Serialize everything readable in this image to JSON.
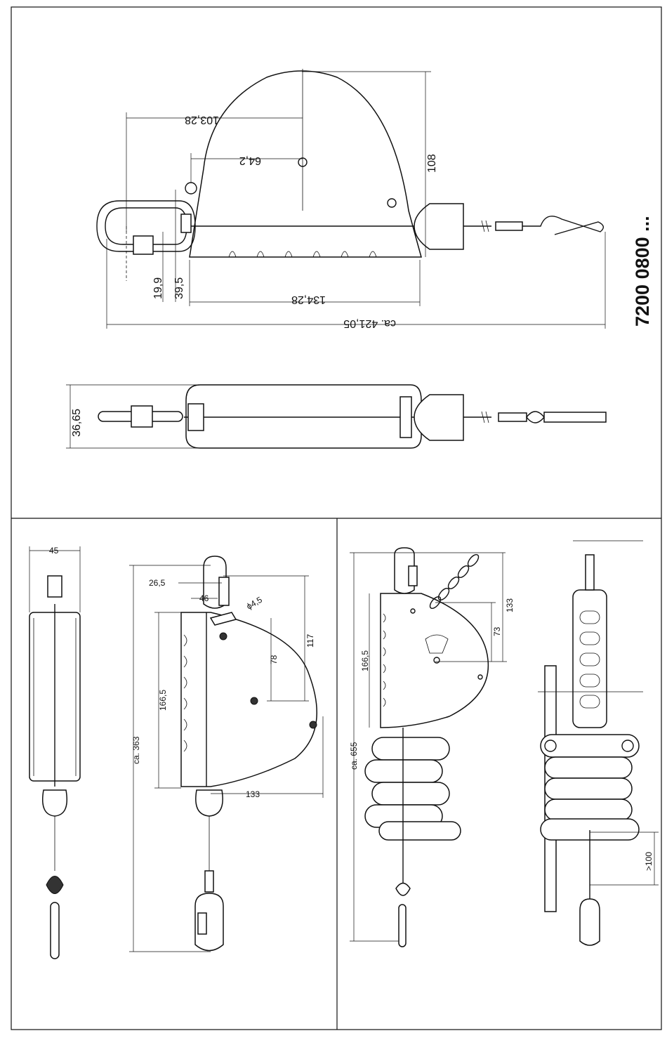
{
  "part_number": "7200 0800 ...",
  "top_view": {
    "dims": {
      "d103": "103,28",
      "d64": "64,2",
      "d108": "108",
      "d19": "19,9",
      "d39": "39,5",
      "d134": "134,28",
      "d421": "ca. 421,05"
    }
  },
  "plan_view": {
    "dims": {
      "d36": "36,65"
    }
  },
  "bottom_left": {
    "dims": {
      "d45": "45",
      "d26": "26,5",
      "d46": "46",
      "dphi": "ϕ4,5",
      "d117": "117",
      "d78": "78",
      "d166": "166,5",
      "d363": "ca. 363",
      "d133": "133"
    }
  },
  "bottom_right": {
    "dims": {
      "d133": "133",
      "d73": "73",
      "d166": "166,5",
      "d655": "ca. 655",
      "d100": ">100"
    }
  }
}
